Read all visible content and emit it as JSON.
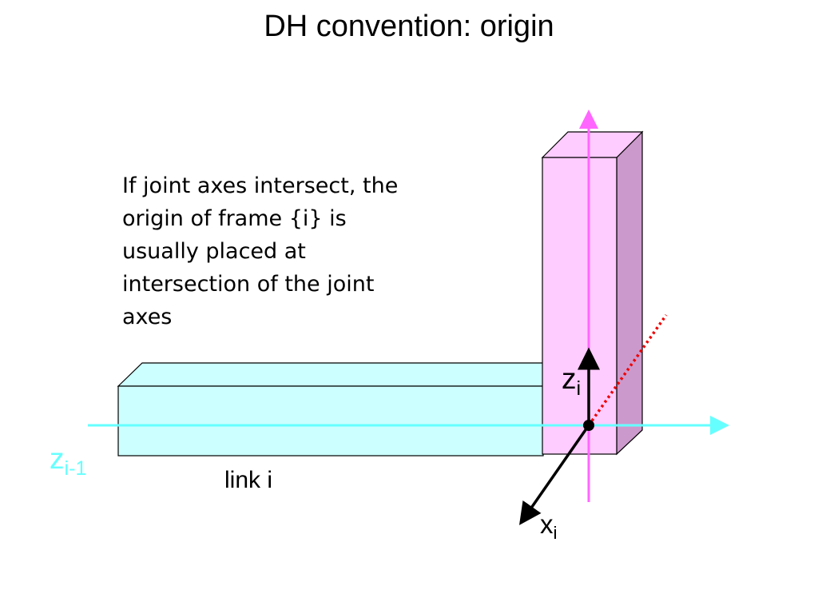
{
  "title": "DH convention: origin",
  "note_lines": [
    "If joint axes intersect, the",
    "origin of frame {i} is",
    "usually placed at",
    "intersection of the joint",
    "axes"
  ],
  "labels": {
    "z_i": {
      "base": "z",
      "sub": "i"
    },
    "z_i_minus_1": {
      "base": "z",
      "sub": "i-1"
    },
    "x_i": {
      "base": "x",
      "sub": "i"
    },
    "link": "link i"
  },
  "colors": {
    "link_fill": "#ccffff",
    "joint_front": "#ffccff",
    "joint_side": "#cc99cc",
    "joint_axis": "#ff66ff",
    "prev_axis": "#66ffff",
    "dotted_axis": "#ee0000",
    "arrows": "#000000"
  }
}
